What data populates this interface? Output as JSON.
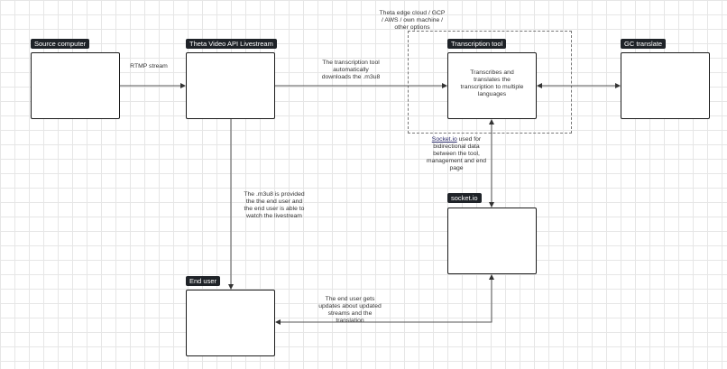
{
  "nodes": {
    "source": "Source computer",
    "theta_livestream": "Theta Video API Livestream",
    "transcription_tool": "Transcription tool",
    "gc_translate": "GC translate",
    "socketio": "socket.io",
    "end_user": "End user"
  },
  "group_label": {
    "line1": "Theta edge cloud / GCP",
    "line2": "/ AWS / own machine /",
    "line3": "other options"
  },
  "box_text": {
    "transcription_line1": "Transcribes and",
    "transcription_line2": "translates the",
    "transcription_line3": "transcription to multiple",
    "transcription_line4": "languages"
  },
  "edge_labels": {
    "rtmp": "RTMP stream",
    "auto_download_1": "The transcription tool",
    "auto_download_2": "automatically",
    "auto_download_3": "downloads the .m3u8",
    "socket_link": "Socket.io",
    "socket_1": " used for",
    "socket_2": "bidirectional data",
    "socket_3": "between the tool,",
    "socket_4": "management and end",
    "socket_5": "page",
    "m3u8_1": "The .m3u8 is provided",
    "m3u8_2": "the the end user and",
    "m3u8_3": "the end user is able to",
    "m3u8_4": "watch the livestream",
    "updates_1": "The end user gets",
    "updates_2": "updates about updated",
    "updates_3": "streams and the",
    "updates_4": "translation"
  }
}
